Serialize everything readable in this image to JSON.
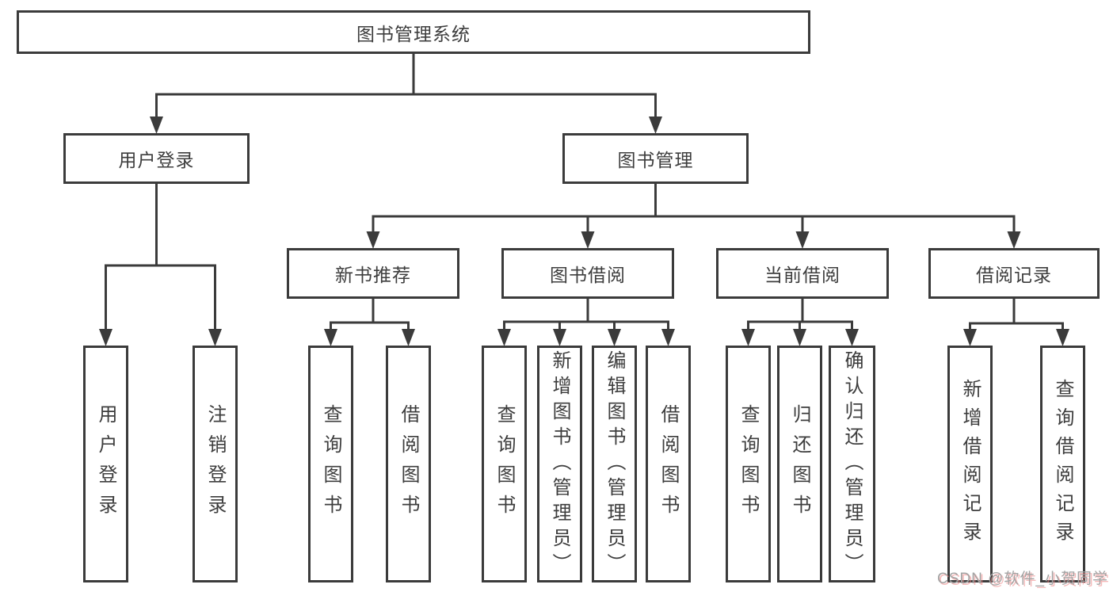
{
  "diagram": {
    "title": "图书管理系统",
    "watermark": "CSDN @软件_小贺同学",
    "nodes": [
      {
        "id": "root",
        "label": "图书管理系统",
        "children": [
          "user-login",
          "book-mgmt"
        ]
      },
      {
        "id": "user-login",
        "label": "用户登录",
        "children": [
          "u1",
          "u2"
        ]
      },
      {
        "id": "book-mgmt",
        "label": "图书管理",
        "children": [
          "new-book",
          "book-borrow",
          "cur-borrow",
          "borrow-rec"
        ]
      },
      {
        "id": "new-book",
        "label": "新书推荐",
        "children": [
          "n1",
          "n2"
        ]
      },
      {
        "id": "book-borrow",
        "label": "图书借阅",
        "children": [
          "b1",
          "b2",
          "b3",
          "b4"
        ]
      },
      {
        "id": "cur-borrow",
        "label": "当前借阅",
        "children": [
          "c1",
          "c2",
          "c3"
        ]
      },
      {
        "id": "borrow-rec",
        "label": "借阅记录",
        "children": [
          "r1",
          "r2"
        ]
      },
      {
        "id": "u1",
        "label": "用户登录"
      },
      {
        "id": "u2",
        "label": "注销登录"
      },
      {
        "id": "n1",
        "label": "查询图书"
      },
      {
        "id": "n2",
        "label": "借阅图书"
      },
      {
        "id": "b1",
        "label": "查询图书"
      },
      {
        "id": "b2",
        "label": "新增图书（管理员）"
      },
      {
        "id": "b3",
        "label": "编辑图书（管理员）"
      },
      {
        "id": "b4",
        "label": "借阅图书"
      },
      {
        "id": "c1",
        "label": "查询图书"
      },
      {
        "id": "c2",
        "label": "归还图书"
      },
      {
        "id": "c3",
        "label": "确认归还（管理员）"
      },
      {
        "id": "r1",
        "label": "新增借阅记录"
      },
      {
        "id": "r2",
        "label": "查询借阅记录"
      }
    ]
  },
  "colors": {
    "line": "#3b3b3b",
    "box_border": "#3b3b3b",
    "text": "#3d3d3d",
    "background": "#ffffff",
    "watermark_text": "#a3a3a3",
    "watermark_shadow": "#ec8282"
  }
}
